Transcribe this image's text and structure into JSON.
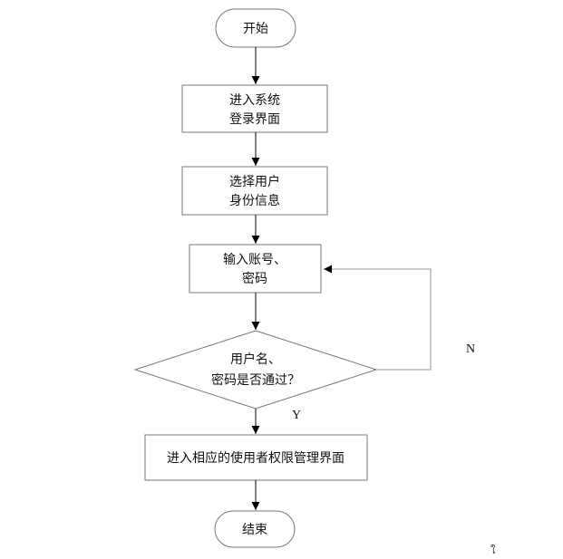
{
  "flowchart": {
    "start": "开始",
    "step1": [
      "进入系统",
      "登录界面"
    ],
    "step2": [
      "选择用户",
      "身份信息"
    ],
    "step3": [
      "输入账号、",
      "密码"
    ],
    "decision": [
      "用户名、",
      "密码是否通过？"
    ],
    "yes_label": "Y",
    "no_label": "N",
    "step4": "进入相应的使用者权限管理界面",
    "end": "结束"
  },
  "footer_mark": "ใ"
}
